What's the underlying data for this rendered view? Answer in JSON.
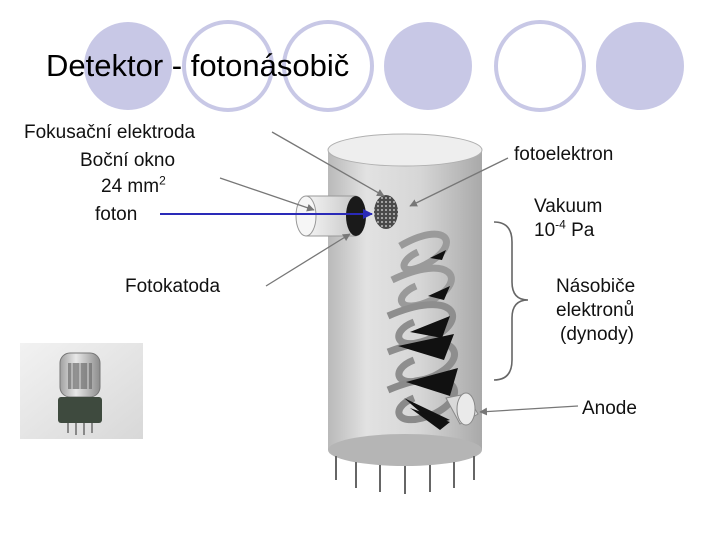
{
  "slide": {
    "title": "Detektor - fotonásobič"
  },
  "labels": {
    "focusing_electrode": "Fokusační elektroda",
    "side_window": "Boční okno",
    "area_value": "24 mm",
    "area_exp": "2",
    "photon": "foton",
    "photocathode": "Fotokatoda",
    "photoelectron": "fotoelektron",
    "vacuum": "Vakuum",
    "pressure_base": "10",
    "pressure_exp": "-4",
    "pressure_unit": " Pa",
    "multiplier_line1": "Násobiče",
    "multiplier_line2": "elektronů",
    "multiplier_line3": "(dynody)",
    "anode": "Anode"
  },
  "colors": {
    "decor_circle": "#c8c8e6",
    "photon_arrow": "#2a2ab8",
    "tube_body": "#d4d4d4"
  },
  "icons": {
    "photo": "photomultiplier-tube-photo"
  }
}
